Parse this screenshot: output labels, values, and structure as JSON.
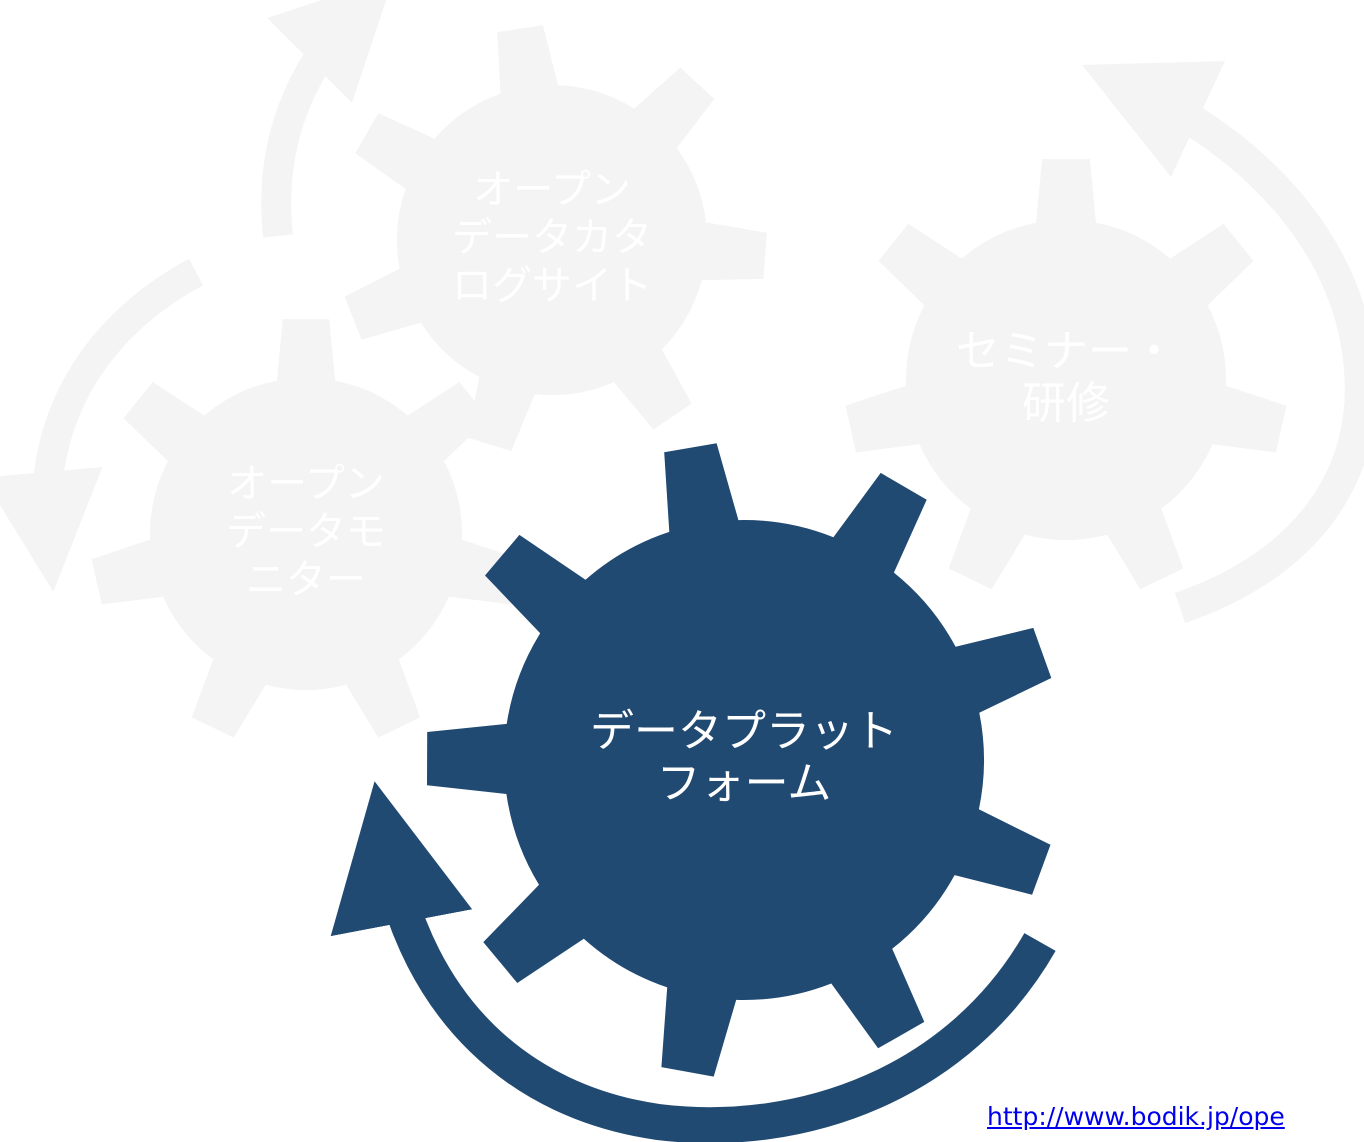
{
  "colors": {
    "faded_gear": "#f4f4f4",
    "faded_text": "#ffffff",
    "active_gear": "#214a72",
    "active_text": "#ffffff",
    "link": "#0000ee"
  },
  "gears": [
    {
      "id": "catalog",
      "lines": [
        "オープン",
        "データカタ",
        "ログサイト"
      ],
      "active": false
    },
    {
      "id": "seminar",
      "lines": [
        "セミナー・",
        "研修"
      ],
      "active": false
    },
    {
      "id": "monitor",
      "lines": [
        "オープン",
        "データモ",
        "ニター"
      ],
      "active": false
    },
    {
      "id": "platform",
      "lines": [
        "データプラット",
        "フォーム"
      ],
      "active": true
    }
  ],
  "footer": {
    "url_text": "http://www.bodik.jp/ope"
  }
}
